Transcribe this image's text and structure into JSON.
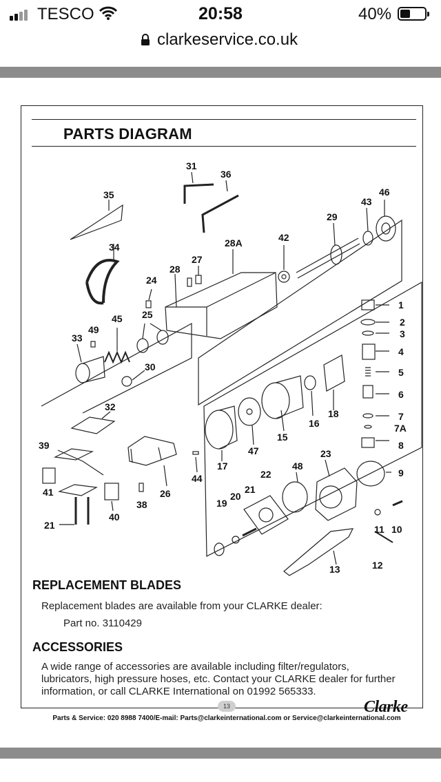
{
  "status_bar": {
    "carrier": "TESCO",
    "time": "20:58",
    "battery_percent": "40%",
    "battery_level": 0.4,
    "icons": [
      "signal-icon",
      "wifi-icon",
      "battery-icon"
    ]
  },
  "browser": {
    "url": "clarkeservice.co.uk",
    "icons": [
      "lock-icon"
    ]
  },
  "document": {
    "heading": "PARTS DIAGRAM",
    "part_labels": [
      "1",
      "2",
      "3",
      "4",
      "5",
      "6",
      "7",
      "7A",
      "8",
      "9",
      "10",
      "11",
      "12",
      "13",
      "16",
      "17",
      "18",
      "19",
      "20",
      "21",
      "21",
      "22",
      "23",
      "24",
      "25",
      "26",
      "27",
      "28",
      "28A",
      "29",
      "30",
      "31",
      "32",
      "33",
      "34",
      "35",
      "36",
      "38",
      "39",
      "40",
      "41",
      "42",
      "43",
      "44",
      "45",
      "46",
      "47",
      "48",
      "49",
      "15"
    ],
    "replacement": {
      "title": "REPLACEMENT BLADES",
      "line1": "Replacement blades are available from your CLARKE dealer:",
      "part_no": "Part no. 3110429"
    },
    "accessories": {
      "title": "ACCESSORIES",
      "line1": "A wide range of accessories are available including filter/regulators,",
      "line2": "lubricators, high pressure hoses, etc. Contact your CLARKE dealer for further",
      "line3": "information, or call CLARKE International on 01992 565333."
    },
    "page_number": "13",
    "brand": "Clarke",
    "footer": "Parts & Service: 020 8988 7400/E-mail: Parts@clarkeinternational.com or Service@clarkeinternational.com"
  },
  "colors": {
    "band": "#8c8c8c",
    "text": "#111111",
    "page_badge": "#cfcfcf"
  }
}
